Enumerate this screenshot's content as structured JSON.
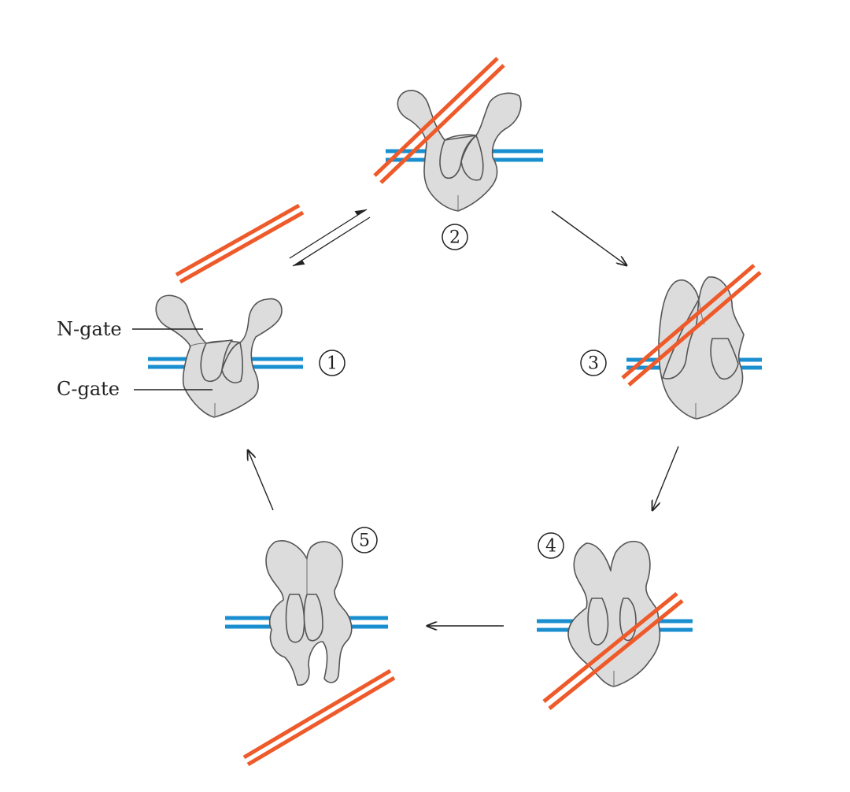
{
  "labels": {
    "n_gate": "N-gate",
    "c_gate": "C-gate"
  },
  "steps": [
    "1",
    "2",
    "3",
    "4",
    "5"
  ],
  "colors": {
    "g_segment": "#1a8fd0",
    "t_segment": "#ee5a2a",
    "protein_fill": "#dcdcdc",
    "protein_stroke": "#555555"
  }
}
